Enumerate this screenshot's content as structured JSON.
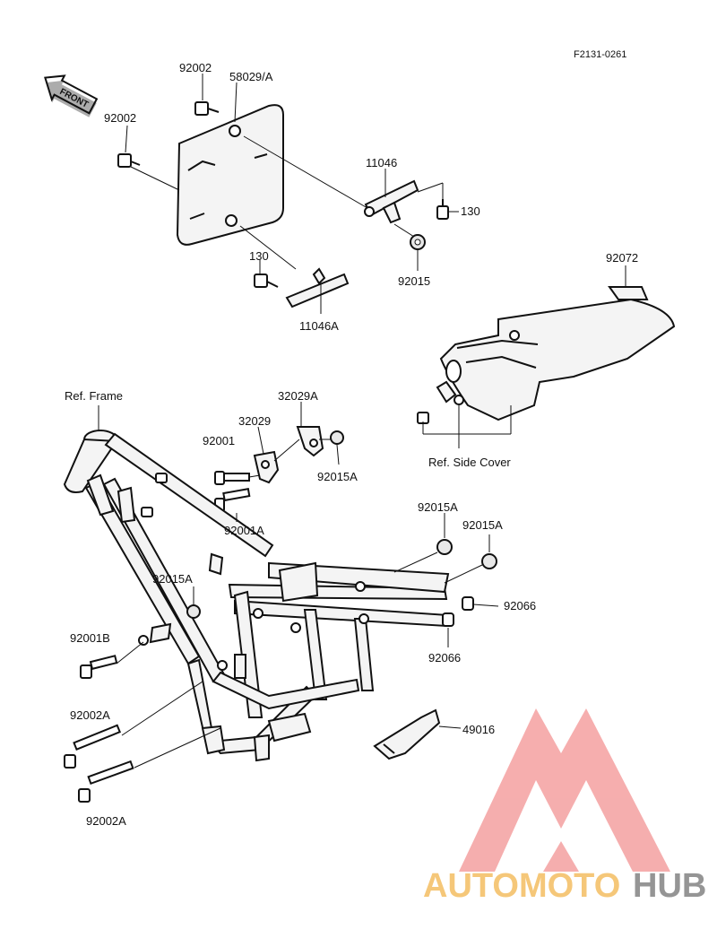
{
  "diagram_code": "F2131-0261",
  "front_arrow_text": "FRONT",
  "watermark": {
    "text_part1": "AUTOMOTO",
    "text_part2": "HUB",
    "accent_color": "#f4a0a0",
    "text_color_1": "#f5c26b",
    "text_color_2": "#8a8a8a"
  },
  "labels": {
    "p92002_top": "92002",
    "p58029A": "58029/A",
    "p92002_left": "92002",
    "p11046": "11046",
    "p130_right": "130",
    "p92015": "92015",
    "p130_left": "130",
    "p11046A": "11046A",
    "p92072": "92072",
    "ref_frame": "Ref. Frame",
    "p32029A": "32029A",
    "p32029": "32029",
    "p92001": "92001",
    "p92015A_upper": "92015A",
    "p92001A": "92001A",
    "ref_side_cover": "Ref. Side Cover",
    "p92015A_right1": "92015A",
    "p92015A_right2": "92015A",
    "p92066_right": "92066",
    "p92015A_left": "92015A",
    "p92066_mid": "92066",
    "p92001B": "92001B",
    "p92002A_upper": "92002A",
    "p49016": "49016",
    "p92002A_lower": "92002A"
  }
}
